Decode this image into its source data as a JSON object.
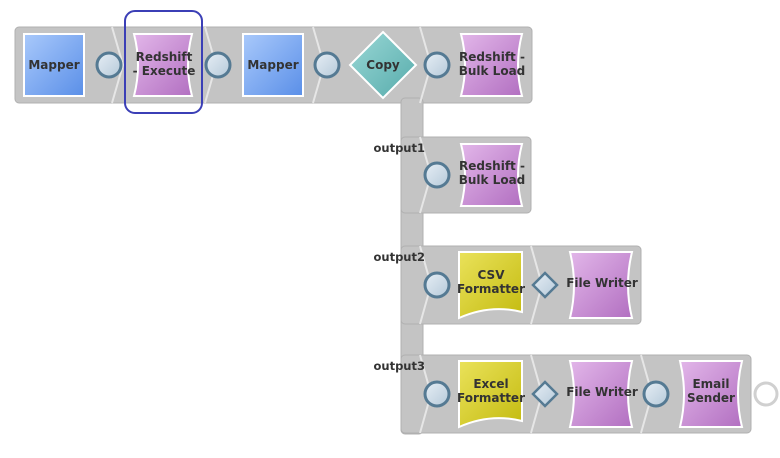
{
  "pipeline": {
    "snaps": {
      "mapper1": {
        "label": "Mapper",
        "kind": "transform"
      },
      "redshift_execute": {
        "label_line1": "Redshift",
        "label_line2": "- Execute",
        "kind": "write",
        "selected": true
      },
      "mapper2": {
        "label": "Mapper",
        "kind": "transform"
      },
      "copy": {
        "label": "Copy",
        "kind": "flow"
      },
      "bulkload_main": {
        "label_line1": "Redshift -",
        "label_line2": "Bulk Load",
        "kind": "write"
      },
      "bulkload_out1": {
        "label_line1": "Redshift -",
        "label_line2": "Bulk Load",
        "kind": "write"
      },
      "csv_formatter": {
        "label_line1": "CSV",
        "label_line2": "Formatter",
        "kind": "format"
      },
      "file_writer_csv": {
        "label": "File Writer",
        "kind": "write"
      },
      "excel_formatter": {
        "label_line1": "Excel",
        "label_line2": "Formatter",
        "kind": "format"
      },
      "file_writer_excel": {
        "label": "File Writer",
        "kind": "write"
      },
      "email_sender": {
        "label_line1": "Email",
        "label_line2": "Sender",
        "kind": "write"
      }
    },
    "outputs": [
      "output1",
      "output2",
      "output3"
    ]
  },
  "colors": {
    "track": "#bdbdbd",
    "track_shadow": "#a9a9a9",
    "transform_blue": "#6d9eef",
    "write_purple": "#c184cc",
    "flow_teal": "#6bbdbd",
    "format_yellow": "#d4cc1e",
    "port_fill": "#c9d8e6",
    "port_stroke": "#557a93",
    "selection": "#3b3fb6"
  }
}
